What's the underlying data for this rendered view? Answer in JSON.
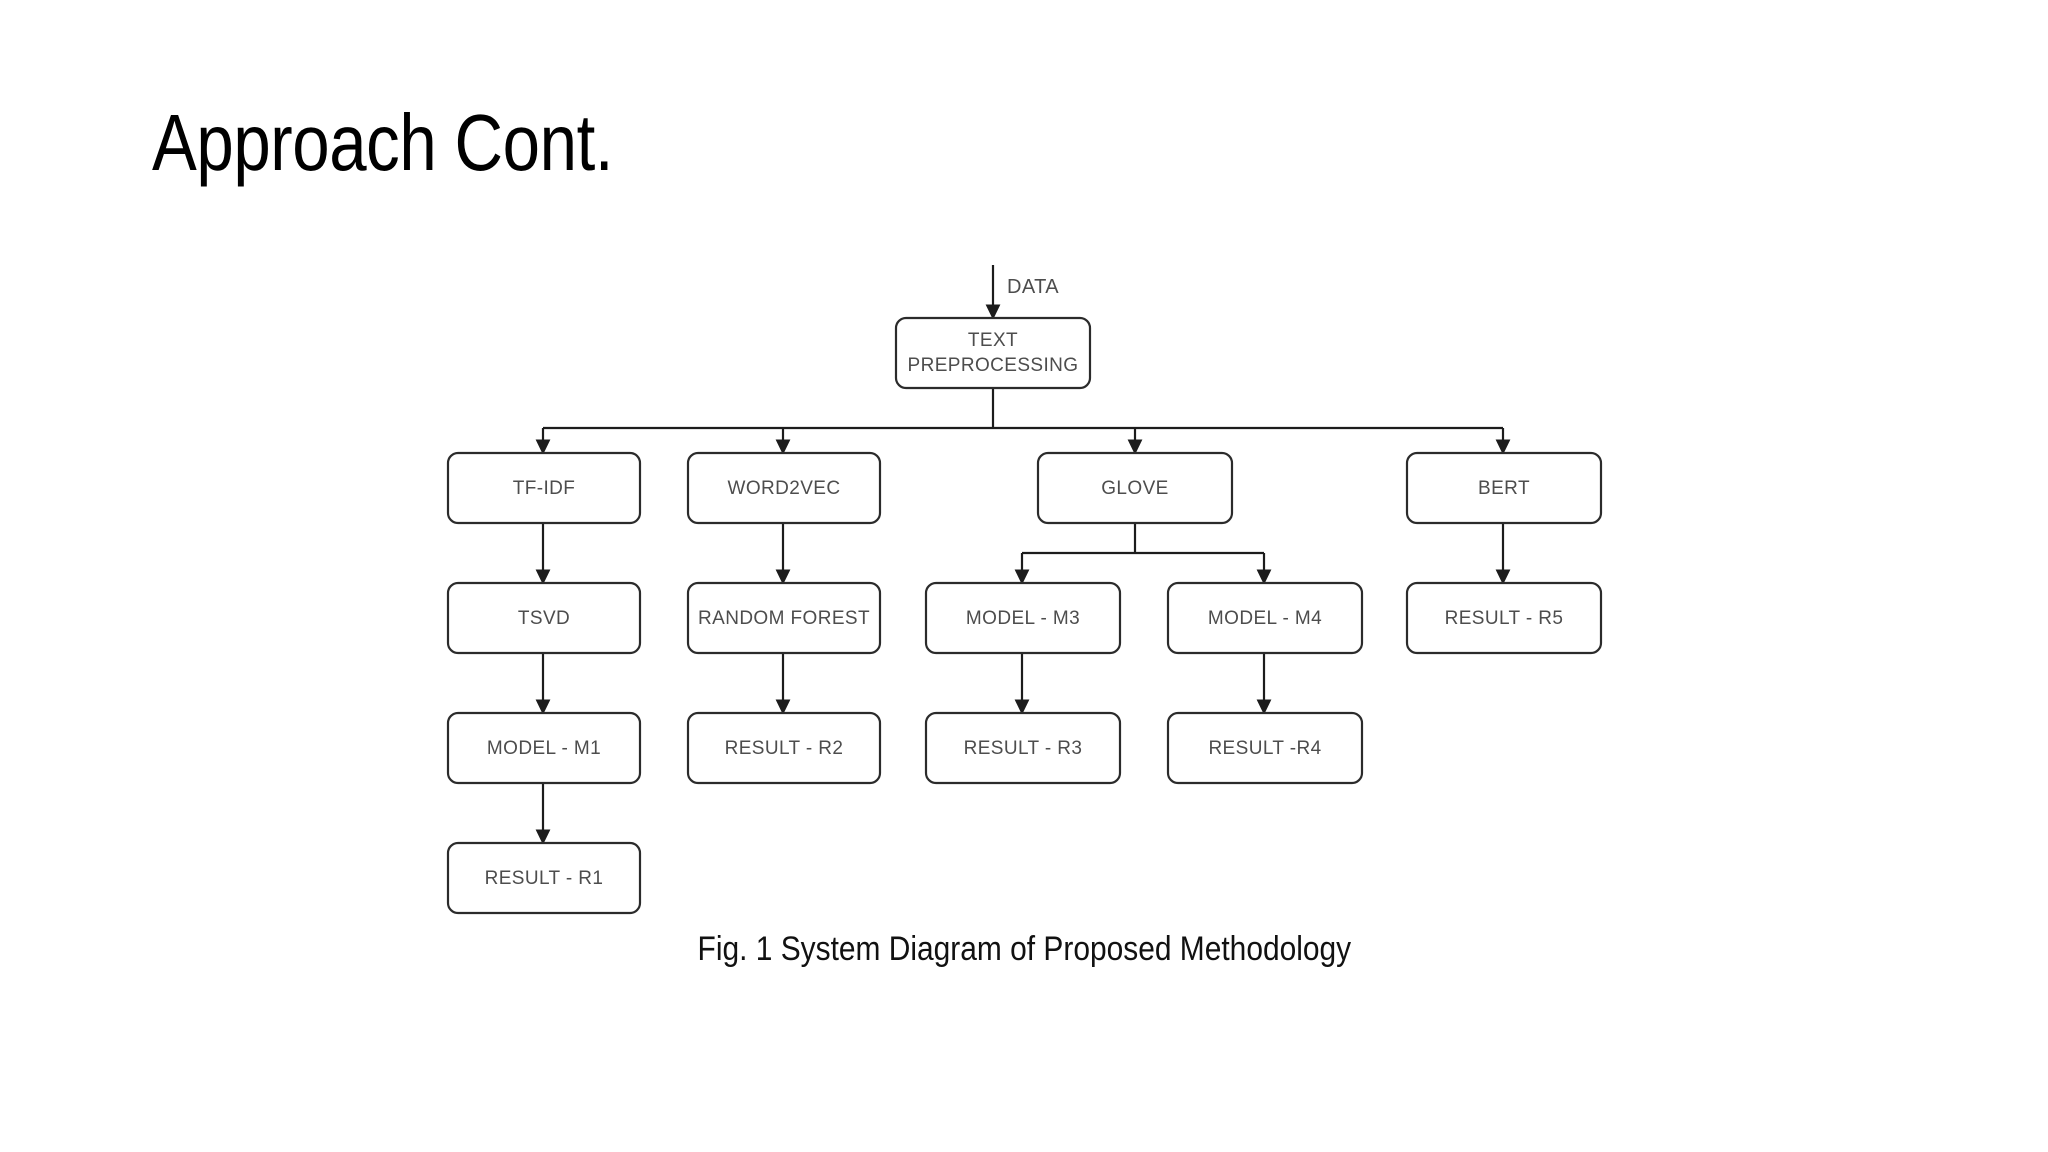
{
  "slide": {
    "title": "Approach Cont.",
    "background_color": "#ffffff",
    "caption": "Fig. 1 System Diagram of Proposed Methodology"
  },
  "diagram": {
    "type": "flowchart",
    "orientation": "top-down",
    "node_fill": "#ffffff",
    "node_stroke": "#2b2b2b",
    "label_color": "#4d4d4d",
    "edge_color": "#1c1c1c",
    "entry_edge_label": "DATA",
    "nodes": [
      {
        "id": "text_preprocessing",
        "label_line1": "TEXT",
        "label_line2": "PREPROCESSING",
        "row": 0,
        "column": "center"
      },
      {
        "id": "tfidf",
        "label": "TF-IDF",
        "row": 1,
        "column": 1
      },
      {
        "id": "word2vec",
        "label": "WORD2VEC",
        "row": 1,
        "column": 2
      },
      {
        "id": "glove",
        "label": "GLOVE",
        "row": 1,
        "column": 3
      },
      {
        "id": "bert",
        "label": "BERT",
        "row": 1,
        "column": 5
      },
      {
        "id": "tsvd",
        "label": "TSVD",
        "row": 2,
        "column": 1
      },
      {
        "id": "random_forest",
        "label": "RANDOM FOREST",
        "row": 2,
        "column": 2
      },
      {
        "id": "model_m3",
        "label": "MODEL - M3",
        "row": 2,
        "column": 3
      },
      {
        "id": "model_m4",
        "label": "MODEL - M4",
        "row": 2,
        "column": 4
      },
      {
        "id": "result_r5",
        "label": "RESULT - R5",
        "row": 2,
        "column": 5
      },
      {
        "id": "model_m1",
        "label": "MODEL - M1",
        "row": 3,
        "column": 1
      },
      {
        "id": "result_r2",
        "label": "RESULT - R2",
        "row": 3,
        "column": 2
      },
      {
        "id": "result_r3",
        "label": "RESULT - R3",
        "row": 3,
        "column": 3
      },
      {
        "id": "result_r4",
        "label": "RESULT -R4",
        "row": 3,
        "column": 4
      },
      {
        "id": "result_r1",
        "label": "RESULT - R1",
        "row": 4,
        "column": 1
      }
    ],
    "edges": [
      {
        "from": "DATA",
        "to": "text_preprocessing",
        "label": "DATA"
      },
      {
        "from": "text_preprocessing",
        "to": "tfidf"
      },
      {
        "from": "text_preprocessing",
        "to": "word2vec"
      },
      {
        "from": "text_preprocessing",
        "to": "glove"
      },
      {
        "from": "text_preprocessing",
        "to": "bert"
      },
      {
        "from": "tfidf",
        "to": "tsvd"
      },
      {
        "from": "word2vec",
        "to": "random_forest"
      },
      {
        "from": "glove",
        "to": "model_m3"
      },
      {
        "from": "glove",
        "to": "model_m4"
      },
      {
        "from": "bert",
        "to": "result_r5"
      },
      {
        "from": "tsvd",
        "to": "model_m1"
      },
      {
        "from": "random_forest",
        "to": "result_r2"
      },
      {
        "from": "model_m3",
        "to": "result_r3"
      },
      {
        "from": "model_m4",
        "to": "result_r4"
      },
      {
        "from": "model_m1",
        "to": "result_r1"
      }
    ]
  }
}
